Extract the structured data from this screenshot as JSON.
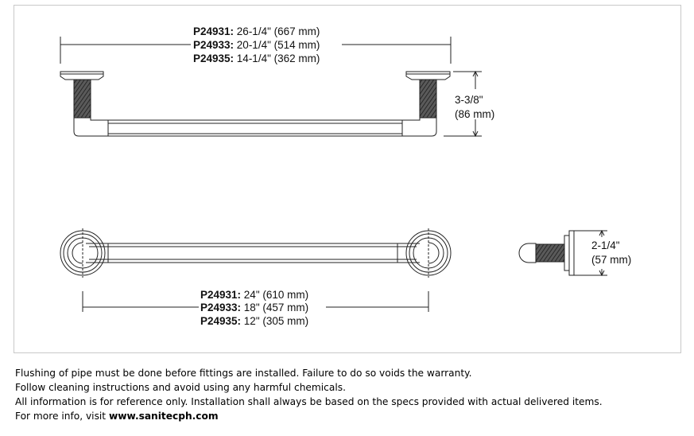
{
  "top_view": {
    "length_dims": [
      {
        "code": "P24931:",
        "value": " 26-1/4\" (667 mm)"
      },
      {
        "code": "P24933:",
        "value": " 20-1/4\" (514 mm)"
      },
      {
        "code": "P24935:",
        "value": " 14-1/4\" (362 mm)"
      }
    ],
    "height_dim": {
      "imperial": "3-3/8\"",
      "metric": "(86 mm)"
    }
  },
  "front_view": {
    "length_dims": [
      {
        "code": "P24931:",
        "value": " 24\" (610 mm)"
      },
      {
        "code": "P24933:",
        "value": " 18\" (457 mm)"
      },
      {
        "code": "P24935:",
        "value": " 12\" (305 mm)"
      }
    ]
  },
  "side_view": {
    "height_dim": {
      "imperial": "2-1/4\"",
      "metric": "(57 mm)"
    }
  },
  "notes": {
    "line1": "Flushing of pipe must be done before fittings are installed. Failure to do so voids the warranty.",
    "line2": "Follow cleaning instructions and avoid using any harmful chemicals.",
    "line3": "All information is for reference only. Installation shall always be based on the specs provided with actual delivered items.",
    "line4_prefix": "For more info, visit ",
    "line4_url": "www.sanitecph.com"
  },
  "colors": {
    "line": "#222222",
    "knurl": "#3a3a3a",
    "frame": "#c8c8c8"
  }
}
